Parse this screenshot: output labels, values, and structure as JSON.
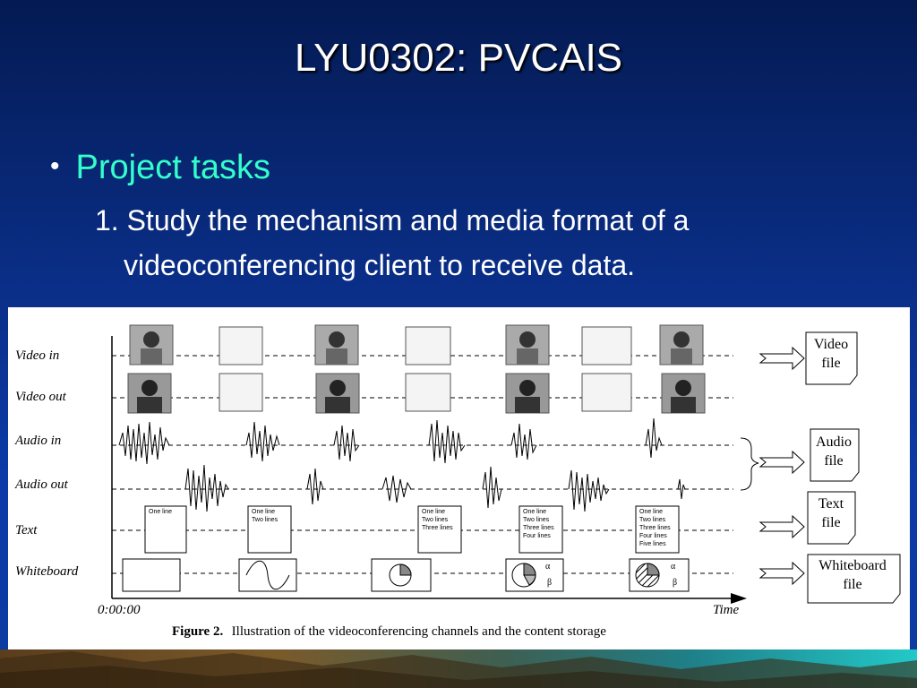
{
  "slide": {
    "title": "LYU0302: PVCAIS",
    "bullet": "Project tasks",
    "bullet_marker": "•",
    "task_line1": "1. Study the mechanism and media format of a",
    "task_line2": "videoconferencing client to receive data."
  },
  "figure": {
    "rows": [
      "Video in",
      "Video out",
      "Audio in",
      "Audio out",
      "Text",
      "Whiteboard"
    ],
    "files": {
      "video": [
        "Video",
        "file"
      ],
      "audio": [
        "Audio",
        "file"
      ],
      "text": [
        "Text",
        "file"
      ],
      "whiteboard": [
        "Whiteboard",
        "file"
      ]
    },
    "time_start": "0:00:00",
    "time_end": "Time",
    "text_boxes": [
      [
        "One line"
      ],
      [
        "One line",
        "Two lines"
      ],
      [
        "One line",
        "Two lines",
        "Three lines"
      ],
      [
        "One line",
        "Two lines",
        "Three lines",
        "Four lines"
      ],
      [
        "One line",
        "Two lines",
        "Three lines",
        "Four lines",
        "Five lines"
      ]
    ],
    "greek": {
      "alpha": "α",
      "beta": "β"
    },
    "caption_label": "Figure 2.",
    "caption_text": "Illustration of the videoconferencing channels and the content storage"
  },
  "colors": {
    "title": "#ffffff",
    "bullet": "#33ffcc",
    "body_text": "#ffffff",
    "background_top": "#041a52",
    "background_bottom": "#0d3aa8"
  }
}
